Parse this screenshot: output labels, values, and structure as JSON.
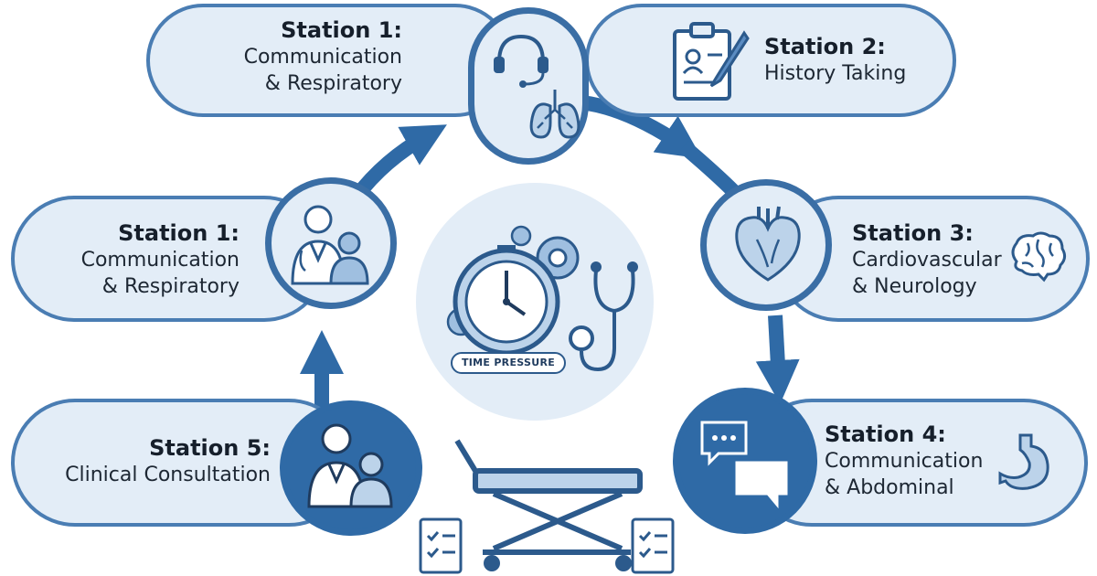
{
  "center": {
    "badge": "TIME PRESSURE"
  },
  "stations": [
    {
      "title": "Station 1:",
      "desc": [
        "Communication",
        "& Respiratory"
      ],
      "icons": [
        "headset-icon",
        "lungs-icon"
      ]
    },
    {
      "title": "Station 2:",
      "desc": [
        "History Taking"
      ],
      "icons": [
        "clipboard-pen-icon"
      ]
    },
    {
      "title": "Station 3:",
      "desc": [
        "Cardiovascular",
        "& Neurology"
      ],
      "icons": [
        "heart-icon",
        "brain-icon"
      ]
    },
    {
      "title": "Station 4:",
      "desc": [
        "Communication",
        "& Abdominal"
      ],
      "icons": [
        "chat-bubbles-icon",
        "stomach-icon"
      ]
    },
    {
      "title": "Station 5:",
      "desc": [
        "Clinical Consultation"
      ],
      "icons": [
        "doctor-patient-icon"
      ]
    },
    {
      "title": "Station 1:",
      "desc": [
        "Communication",
        "& Respiratory"
      ],
      "icons": [
        "doctor-patient-icon"
      ]
    }
  ],
  "colors": {
    "primary": "#3a6ea5",
    "dark": "#2f6aa6",
    "pill_fill": "#e3edf7",
    "pill_border": "#4a7db3"
  },
  "bottom_icons": [
    "hospital-bed-icon",
    "checklist-icon"
  ]
}
